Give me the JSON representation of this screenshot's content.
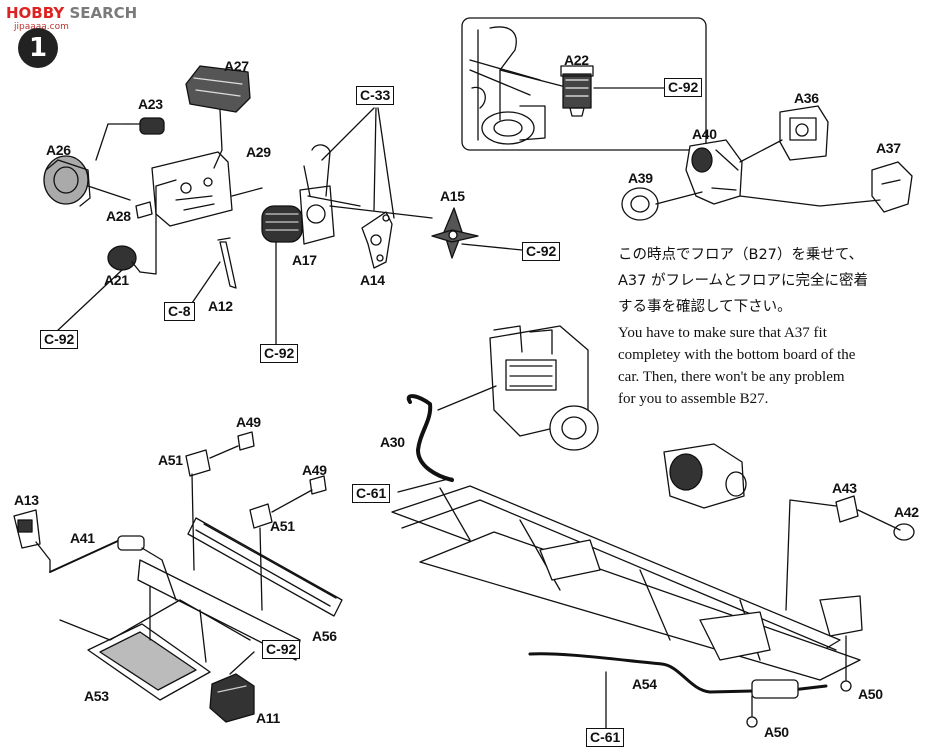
{
  "watermark": {
    "brand_a": "HOBBY",
    "brand_b": "SEARCH",
    "sub": "jipaaaa.com"
  },
  "step": "1",
  "parts": {
    "A27": "A27",
    "A23": "A23",
    "A26": "A26",
    "A28": "A28",
    "A21": "A21",
    "A29": "A29",
    "A17": "A17",
    "A14": "A14",
    "A15": "A15",
    "A12": "A12",
    "A22": "A22",
    "A36": "A36",
    "A40": "A40",
    "A39": "A39",
    "A37": "A37",
    "A49a": "A49",
    "A49b": "A49",
    "A51a": "A51",
    "A51b": "A51",
    "A13": "A13",
    "A41": "A41",
    "A56": "A56",
    "A53": "A53",
    "A11": "A11",
    "A30": "A30",
    "A43": "A43",
    "A42": "A42",
    "A54": "A54",
    "A50a": "A50",
    "A50b": "A50"
  },
  "callouts": {
    "c33": "C-33",
    "c92_top": "C-92",
    "c92_a15": "C-92",
    "c92_a21": "C-92",
    "c8": "C-8",
    "c92_mid": "C-92",
    "c61_a30": "C-61",
    "c92_a11": "C-92",
    "c61_a54": "C-61"
  },
  "note": {
    "jp_line1": "この時点でフロア（B27）を乗せて、",
    "jp_line2": "A37 がフレームとフロアに完全に密着",
    "jp_line3": "する事を確認して下さい。",
    "en_line1": "You have to make sure that A37 fit",
    "en_line2": "completey with the bottom board of the",
    "en_line3": "car. Then, there won't be any problem",
    "en_line4": "for you to assemble B27."
  }
}
